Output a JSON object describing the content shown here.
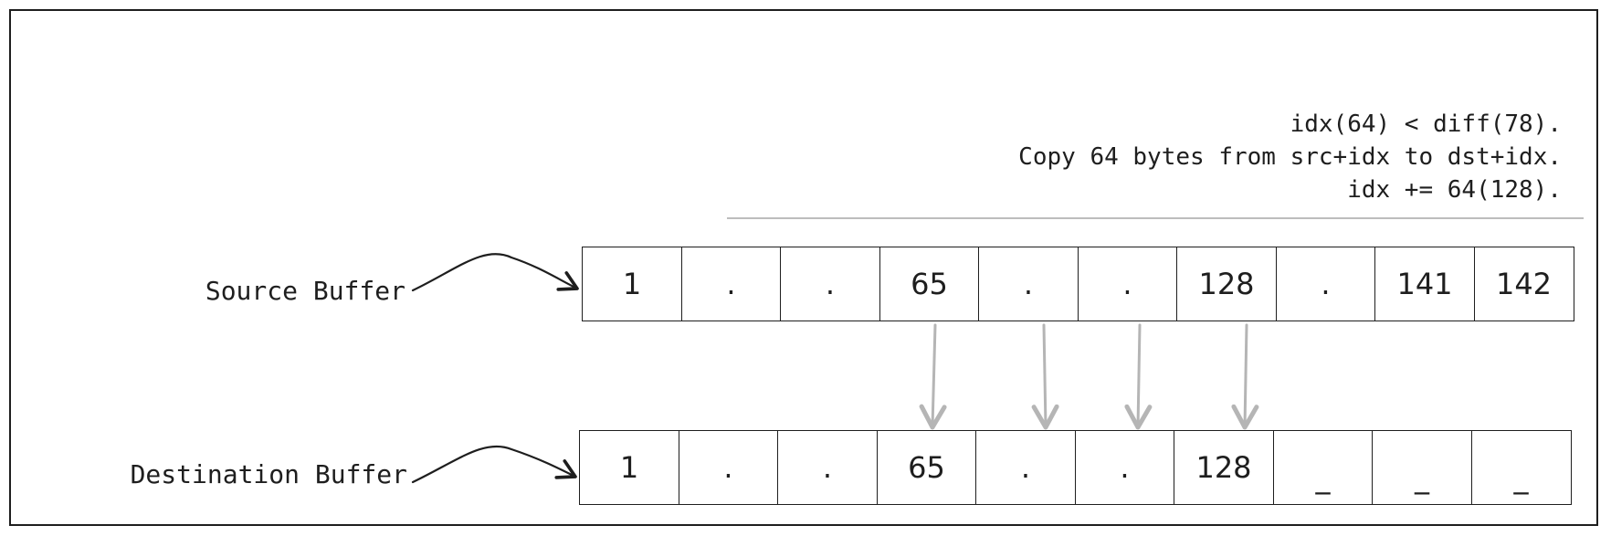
{
  "note": {
    "line1": "idx(64) < diff(78).",
    "line2": "Copy 64 bytes from src+idx to dst+idx.",
    "line3": "idx += 64(128)."
  },
  "source_buffer": {
    "label": "Source Buffer",
    "cells": [
      "1",
      ".",
      ".",
      "65",
      ".",
      ".",
      "128",
      ".",
      "141",
      "142"
    ]
  },
  "destination_buffer": {
    "label": "Destination Buffer",
    "cells": [
      "1",
      ".",
      ".",
      "65",
      ".",
      ".",
      "128",
      "_",
      "_",
      "_"
    ]
  },
  "colors": {
    "ink": "#1e1e1e",
    "copy_arrow": "#b5b5b5",
    "rule": "#bdbdbd"
  }
}
